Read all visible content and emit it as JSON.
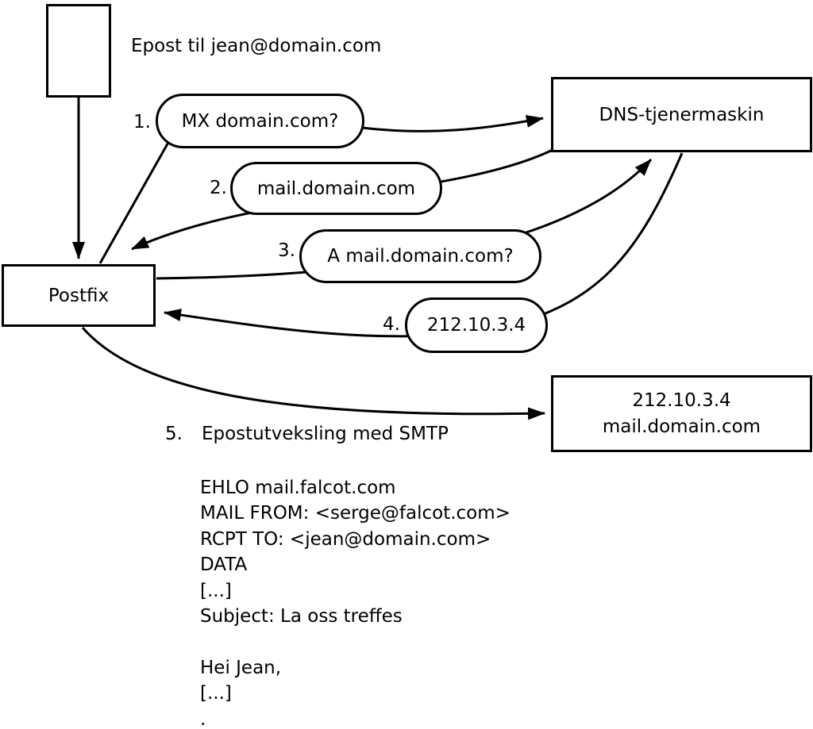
{
  "email_label": "Epost til jean@domain.com",
  "nodes": {
    "postfix": "Postfix",
    "dns_server": "DNS-tjenermaskin",
    "mail_server": {
      "line1": "212.10.3.4",
      "line2": "mail.domain.com"
    }
  },
  "steps": {
    "s1": {
      "num": "1.",
      "label": "MX domain.com?"
    },
    "s2": {
      "num": "2.",
      "label": "mail.domain.com"
    },
    "s3": {
      "num": "3.",
      "label": "A mail.domain.com?"
    },
    "s4": {
      "num": "4.",
      "label": "212.10.3.4"
    },
    "s5": {
      "num": "5.",
      "label": "Epostutveksling med SMTP"
    }
  },
  "smtp": {
    "lines": [
      "EHLO mail.falcot.com",
      "MAIL FROM: <serge@falcot.com>",
      "RCPT TO: <jean@domain.com>",
      "DATA",
      "[...]",
      "Subject: La oss treffes",
      "",
      "Hei Jean,",
      "[...]",
      "."
    ]
  },
  "colors": {
    "stroke": "#000000",
    "background": "#ffffff"
  }
}
